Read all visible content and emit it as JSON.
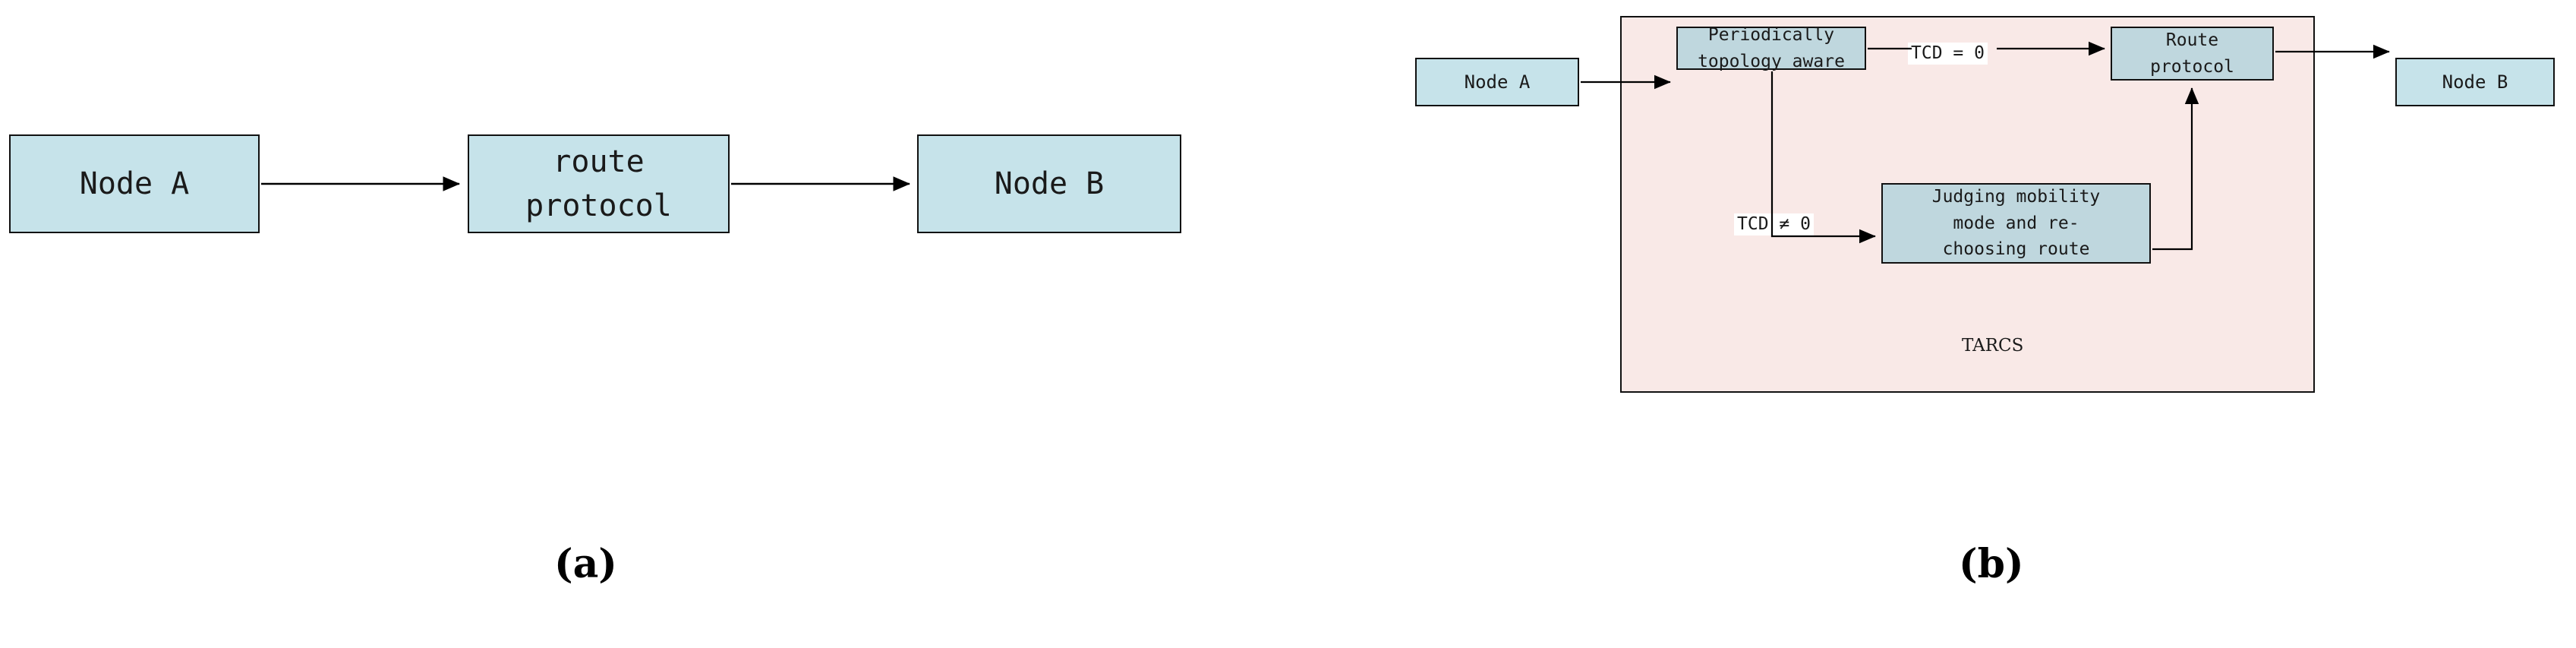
{
  "figure": {
    "panels": [
      {
        "id": "a",
        "caption": "(a)",
        "nodes": [
          {
            "name": "node-a",
            "label": "Node A"
          },
          {
            "name": "route-protocol",
            "label": "route\nprotocol"
          },
          {
            "name": "node-b",
            "label": "Node B"
          }
        ],
        "edges": [
          {
            "from": "node-a",
            "to": "route-protocol",
            "label": ""
          },
          {
            "from": "route-protocol",
            "to": "node-b",
            "label": ""
          }
        ]
      },
      {
        "id": "b",
        "caption": "(b)",
        "container": {
          "name": "tarcs",
          "label": "TARCS"
        },
        "nodes": [
          {
            "name": "node-a",
            "label": "Node A"
          },
          {
            "name": "periodically-topology-aware",
            "label": "Periodically\ntopology aware"
          },
          {
            "name": "route-protocol",
            "label": "Route\nprotocol"
          },
          {
            "name": "judging-mobility-mode",
            "label": "Judging mobility\nmode and re-\nchoosing route"
          },
          {
            "name": "node-b",
            "label": "Node B"
          }
        ],
        "edges": [
          {
            "from": "node-a",
            "to": "periodically-topology-aware",
            "label": ""
          },
          {
            "from": "periodically-topology-aware",
            "to": "route-protocol",
            "label": "TCD = 0"
          },
          {
            "from": "periodically-topology-aware",
            "to": "judging-mobility-mode",
            "label": "TCD ≠ 0"
          },
          {
            "from": "judging-mobility-mode",
            "to": "route-protocol",
            "label": ""
          },
          {
            "from": "route-protocol",
            "to": "node-b",
            "label": ""
          }
        ]
      }
    ]
  },
  "colors": {
    "node_fill": "#c6e3ea",
    "process_fill": "#bfd7de",
    "container_fill": "#f9e9e7",
    "stroke": "#111111",
    "background": "#ffffff",
    "label_bg": "#ffffff"
  }
}
